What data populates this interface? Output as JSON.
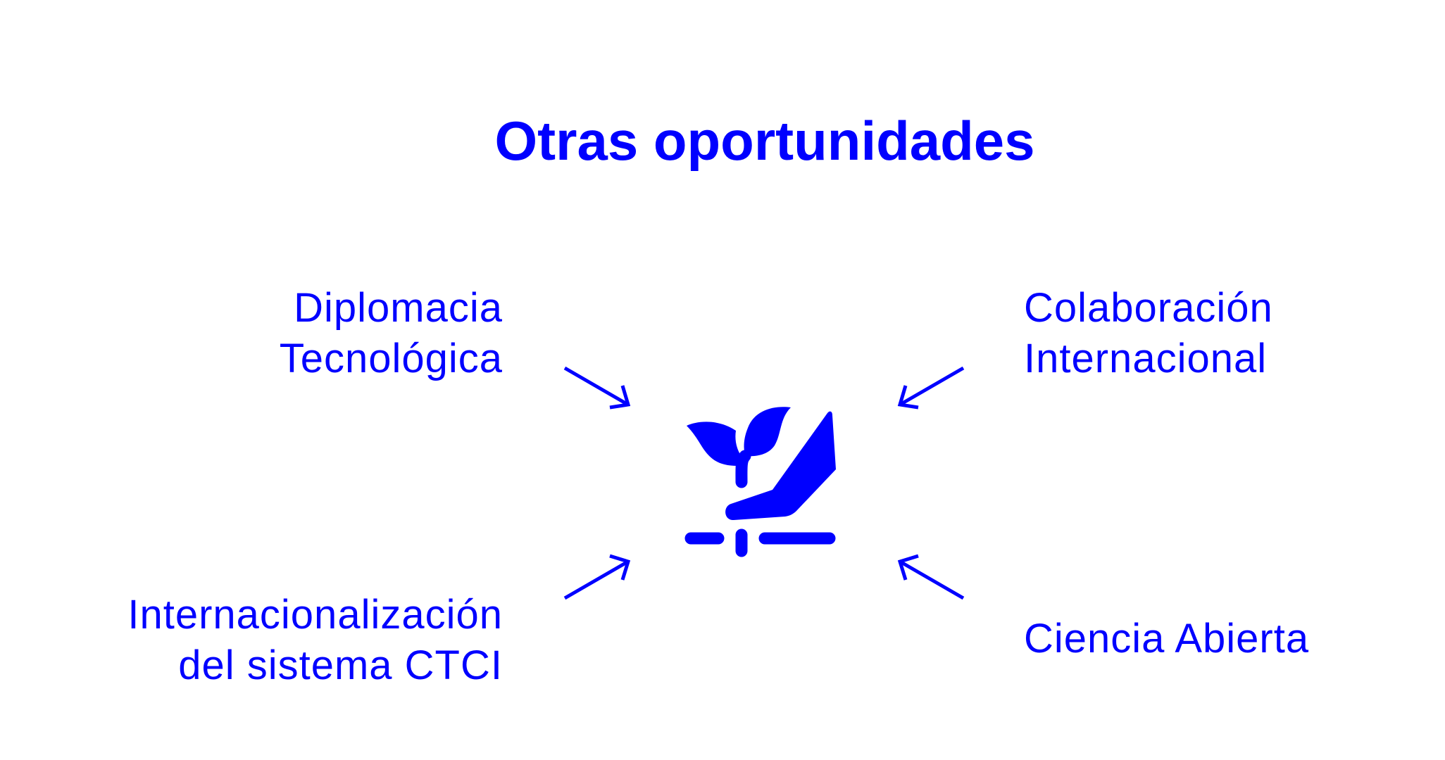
{
  "title": "Otras oportunidades",
  "accent_color": "#0000ff",
  "center_icon": "plant-in-hand-icon",
  "items": [
    {
      "line1": "Diplomacia",
      "line2": "Tecnológica"
    },
    {
      "line1": "Colaboración",
      "line2": "Internacional"
    },
    {
      "line1": "Internacionalización",
      "line2": "del sistema CTCI"
    },
    {
      "line1": "Ciencia Abierta"
    }
  ]
}
